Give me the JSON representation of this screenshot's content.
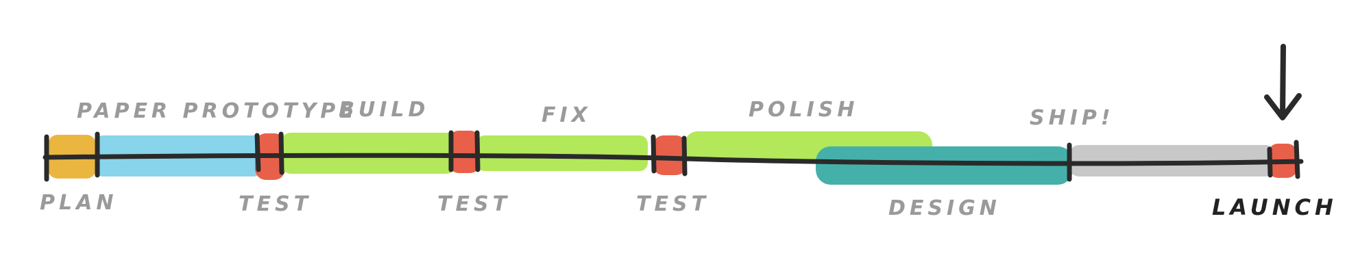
{
  "timeline": {
    "phases_above": [
      {
        "label": "PAPER PROTOTYPE",
        "color": "#88D4EA"
      },
      {
        "label": "BUILD",
        "color": "#B2E85A"
      },
      {
        "label": "FIX",
        "color": "#B2E85A"
      },
      {
        "label": "POLISH",
        "color": "#B2E85A"
      },
      {
        "label": "SHIP!",
        "color": "#C8C8C8"
      }
    ],
    "phases_below": [
      {
        "label": "PLAN",
        "color": "#EBB640"
      },
      {
        "label": "TEST",
        "color": "#E8604A"
      },
      {
        "label": "TEST",
        "color": "#E8604A"
      },
      {
        "label": "TEST",
        "color": "#E8604A"
      },
      {
        "label": "DESIGN",
        "color": "#45B0AA"
      },
      {
        "label": "LAUNCH",
        "color": "#E8604A"
      }
    ],
    "line_color": "#2A2A2A",
    "arrow_icon": "down-arrow-icon"
  }
}
